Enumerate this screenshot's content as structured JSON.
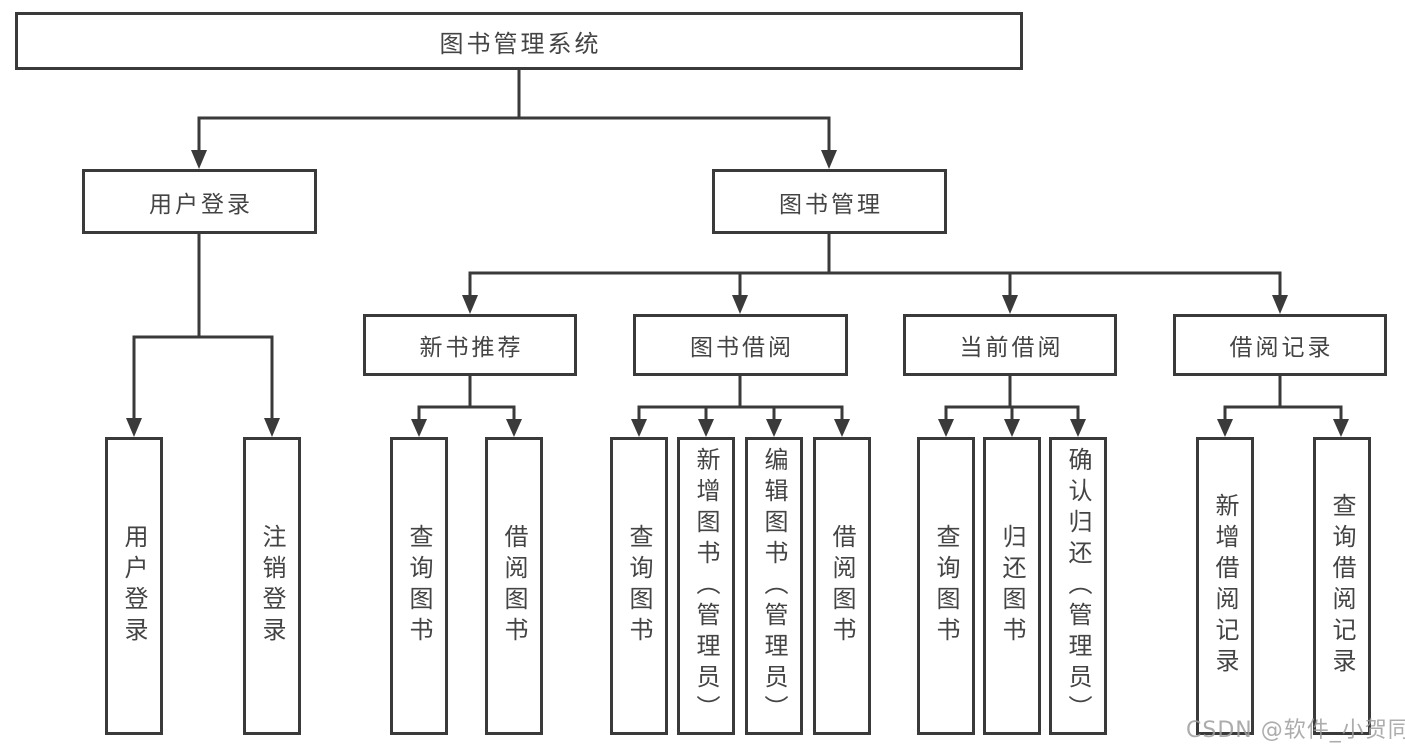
{
  "diagram": {
    "root": "图书管理系统",
    "level2": [
      {
        "label": "用户登录",
        "children": [
          "用户登录",
          "注销登录"
        ]
      },
      {
        "label": "图书管理"
      }
    ],
    "level3": [
      {
        "label": "新书推荐",
        "children": [
          "查询图书",
          "借阅图书"
        ]
      },
      {
        "label": "图书借阅",
        "children": [
          "查询图书",
          "新增图书（管理员）",
          "编辑图书（管理员）",
          "借阅图书"
        ]
      },
      {
        "label": "当前借阅",
        "children": [
          "查询图书",
          "归还图书",
          "确认归还（管理员）"
        ]
      },
      {
        "label": "借阅记录",
        "children": [
          "新增借阅记录",
          "查询借阅记录"
        ]
      }
    ]
  },
  "watermark": "CSDN @软件_小贺同学",
  "colors": {
    "line": "#3a3a3a",
    "box_border": "#3a3a3a",
    "box_fill": "#ffffff",
    "text": "#444444",
    "watermark": "#9e9e9e",
    "background": "#ffffff"
  }
}
